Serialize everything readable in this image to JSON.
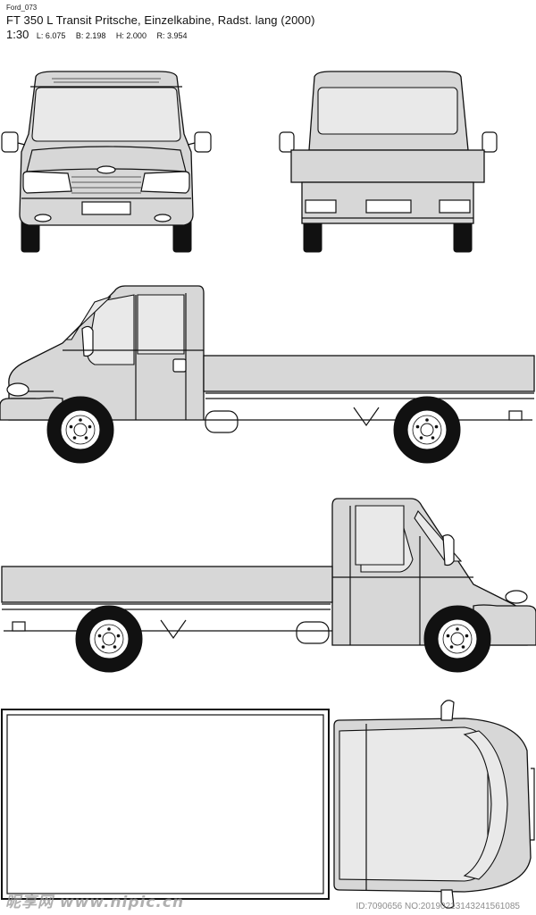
{
  "header": {
    "code": "Ford_073",
    "title": "FT 350 L Transit Pritsche, Einzelkabine, Radst. lang (2000)",
    "scale": "1:30",
    "length": "L: 6.075",
    "width": "B: 2.198",
    "height": "H: 2.000",
    "wheelbase": "R: 3.954"
  },
  "views": [
    "front",
    "rear",
    "side-left",
    "side-right",
    "top"
  ],
  "colors": {
    "body_fill": "#d7d7d7",
    "outline": "#111111",
    "background": "#ffffff"
  },
  "watermark": {
    "left_text": "昵享网 www.nipic.cn",
    "right_text": "ID:7090656 NO:20190213143241561085"
  }
}
